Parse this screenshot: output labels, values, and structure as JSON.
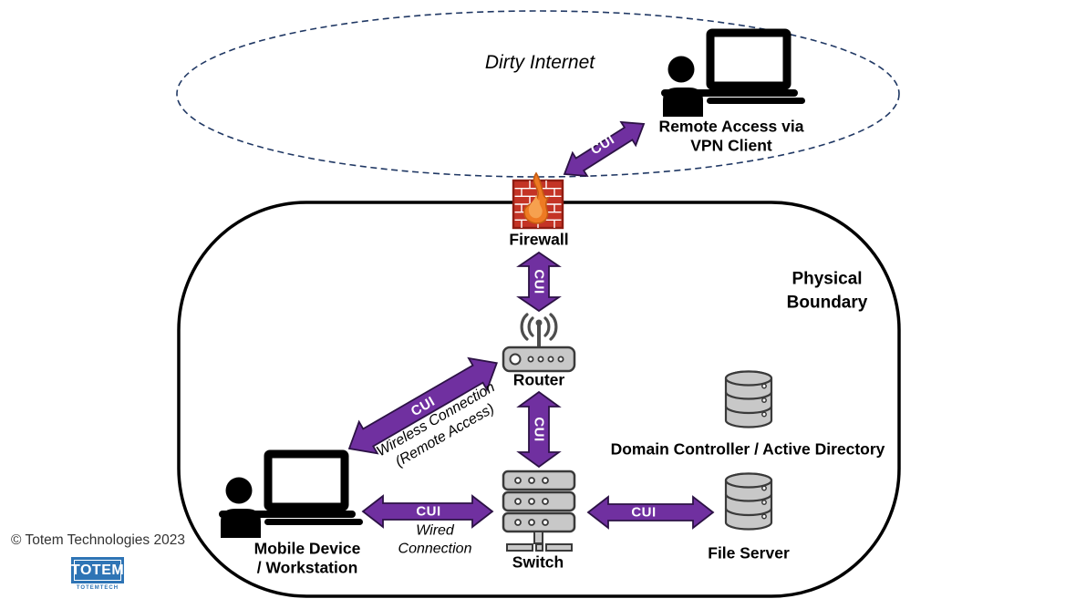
{
  "internet": {
    "label": "Dirty Internet",
    "vpn": {
      "line1": "Remote Access via",
      "line2": "VPN Client"
    }
  },
  "boundary": {
    "line1": "Physical",
    "line2": "Boundary"
  },
  "nodes": {
    "firewall": "Firewall",
    "router": "Router",
    "switch": "Switch",
    "domain_controller": "Domain Controller / Active Directory",
    "file_server": "File Server",
    "workstation": {
      "line1": "Mobile Device",
      "line2": "/ Workstation"
    }
  },
  "connections": {
    "cui_label": "CUI",
    "wireless": {
      "line1": "Wireless Connection",
      "line2": "(Remote Access)"
    },
    "wired": {
      "line1": "Wired",
      "line2": "Connection"
    }
  },
  "footer": {
    "copyright": "© Totem Technologies 2023",
    "logo_text": "TOTEM",
    "logo_subtext": "TOTEMTECH"
  },
  "colors": {
    "cui_arrow": "#7030A0",
    "arrow_outline": "#2C1245",
    "internet_dash": "#203864",
    "boundary_line": "#000000",
    "brick_red": "#C43426",
    "flame_orange": "#EE7A23",
    "device_gray": "#C8C8C8",
    "logo_blue": "#2E74B5"
  }
}
